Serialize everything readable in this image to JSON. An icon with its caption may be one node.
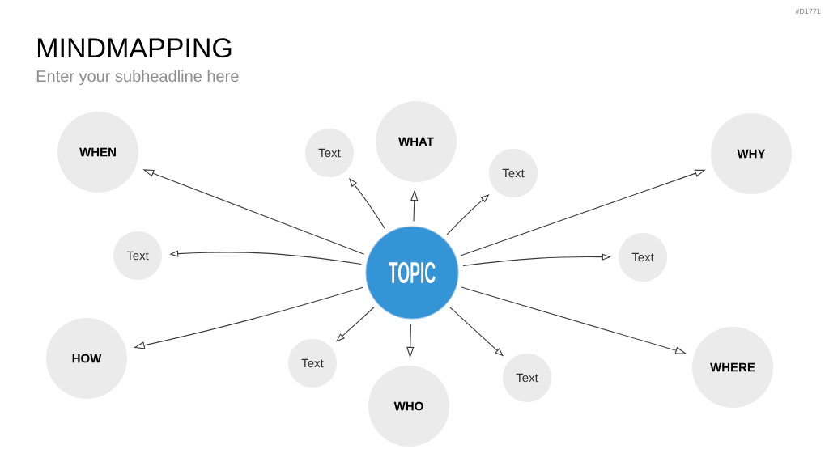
{
  "diagram": {
    "title": "MINDMAPPING",
    "nodes": [
      {
        "text": [
          "TOPIC"
        ]
      },
      {
        "text": [
          "WHEN"
        ]
      },
      {
        "text": [
          "Text"
        ]
      },
      {
        "text": [
          "WHAT"
        ]
      },
      {
        "text": [
          "Text"
        ]
      },
      {
        "text": [
          "WHY"
        ]
      },
      {
        "text": [
          "Text"
        ]
      },
      {
        "text": [
          "Text"
        ]
      },
      {
        "text": [
          "HOW"
        ]
      },
      {
        "text": [
          "Text"
        ]
      },
      {
        "text": [
          "WHO"
        ]
      },
      {
        "text": [
          "Text"
        ]
      },
      {
        "text": [
          "WHERE"
        ]
      }
    ],
    "edges": [
      {
        "from": 0,
        "to": 1,
        "arrow": "to"
      },
      {
        "from": 0,
        "to": 2,
        "arrow": "to"
      },
      {
        "from": 0,
        "to": 3,
        "arrow": "to"
      },
      {
        "from": 0,
        "to": 4,
        "arrow": "to"
      },
      {
        "from": 0,
        "to": 5,
        "arrow": "to"
      },
      {
        "from": 0,
        "to": 6,
        "arrow": "to"
      },
      {
        "from": 0,
        "to": 7,
        "arrow": "to"
      },
      {
        "from": 0,
        "to": 8,
        "arrow": "to"
      },
      {
        "from": 0,
        "to": 9,
        "arrow": "to"
      },
      {
        "from": 0,
        "to": 10,
        "arrow": "to"
      },
      {
        "from": 0,
        "to": 11,
        "arrow": "to"
      },
      {
        "from": 0,
        "to": 12,
        "arrow": "to"
      }
    ],
    "labels": [
      "Enter your subheadline here",
      "#D1771"
    ]
  }
}
